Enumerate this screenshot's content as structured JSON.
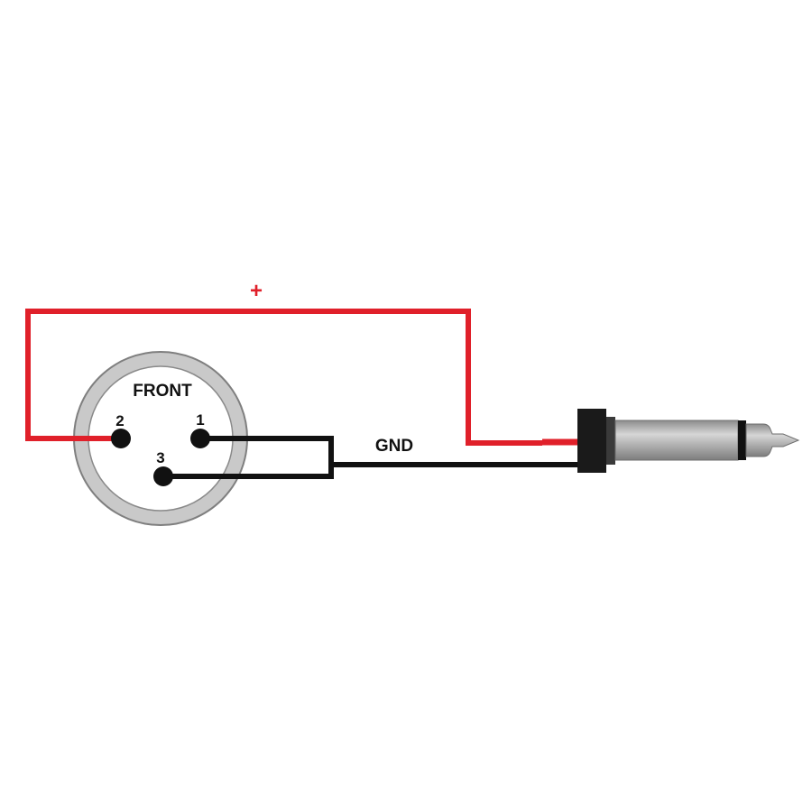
{
  "labels": {
    "positive": "+",
    "front": "FRONT",
    "pin2": "2",
    "pin1": "1",
    "pin3": "3",
    "ground": "GND"
  },
  "colors": {
    "positive_wire": "#e0202a",
    "ground_wire": "#111111",
    "connector_ring": "#c9c9c9",
    "plug_body": "#a9a9a9",
    "plug_collar": "#1a1a1a"
  }
}
